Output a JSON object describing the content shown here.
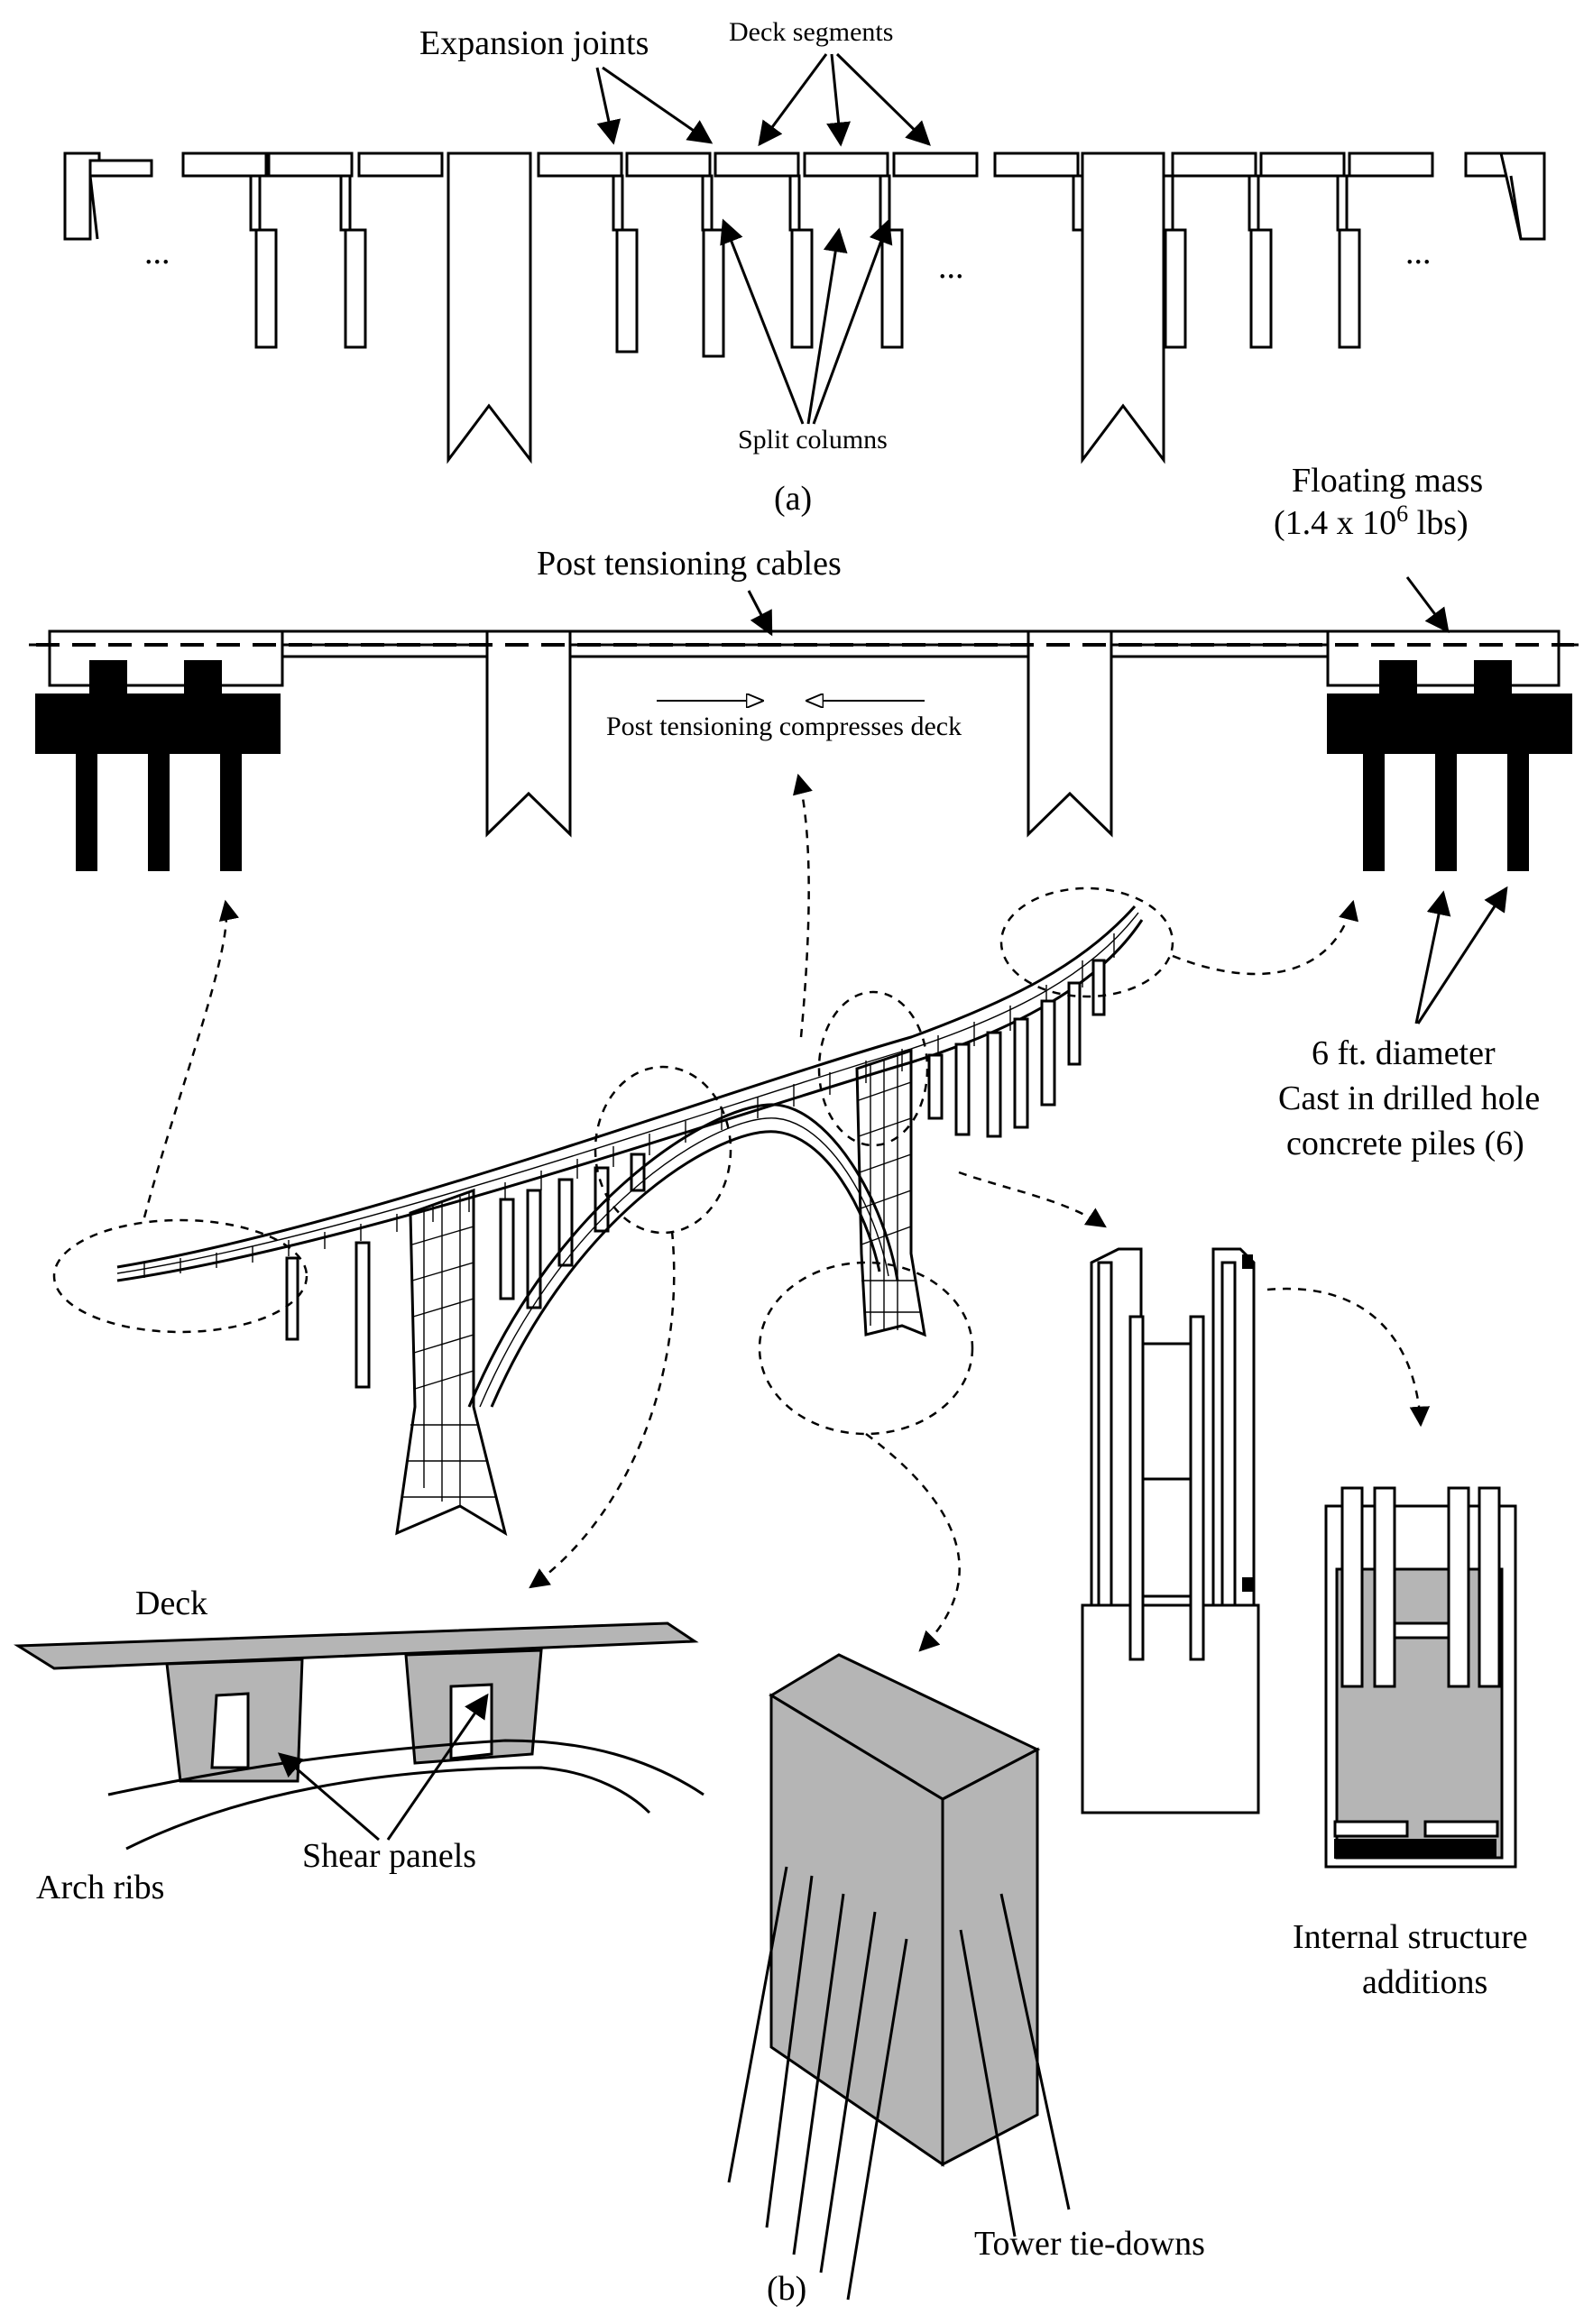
{
  "panel_a": {
    "caption": "(a)",
    "labels": {
      "expansion_joints": "Expansion joints",
      "deck_segments": "Deck segments",
      "split_columns": "Split columns"
    },
    "ellipsis": "..."
  },
  "panel_b": {
    "caption": "(b)",
    "labels": {
      "post_tensioning_cables": "Post tensioning cables",
      "post_tensioning_compresses": "Post tensioning compresses deck",
      "floating_mass_line1": "Floating mass",
      "floating_mass_line2_prefix": "(1.4 x 10",
      "floating_mass_exponent": "6",
      "floating_mass_line2_suffix": " lbs)",
      "piles_line1": "6 ft. diameter",
      "piles_line2": "Cast in drilled hole",
      "piles_line3": "concrete piles (6)",
      "deck": "Deck",
      "arch_ribs": "Arch ribs",
      "shear_panels": "Shear panels",
      "tower_tie_downs": "Tower tie-downs",
      "internal_structure_line1": "Internal structure",
      "internal_structure_line2": "additions"
    }
  },
  "colors": {
    "ink": "#000000",
    "panel_fill": "#b5b5b5",
    "background": "#ffffff"
  }
}
